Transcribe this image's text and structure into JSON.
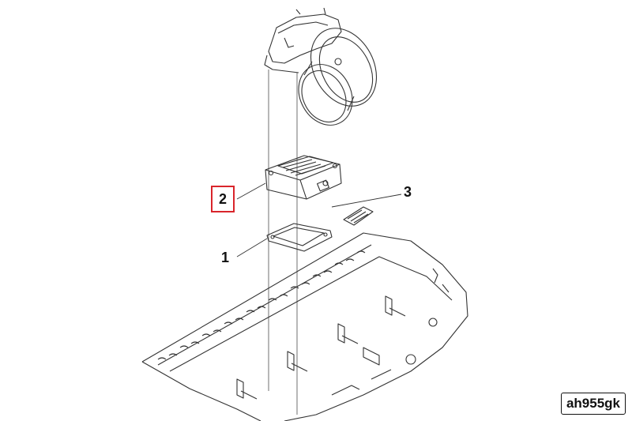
{
  "callouts": [
    {
      "id": "1",
      "label": "1"
    },
    {
      "id": "2",
      "label": "2",
      "highlighted": true
    },
    {
      "id": "3",
      "label": "3"
    }
  ],
  "drawing_code": "ah955gk",
  "colors": {
    "line": "#333333",
    "highlight": "#d9252b",
    "background": "#ffffff"
  }
}
